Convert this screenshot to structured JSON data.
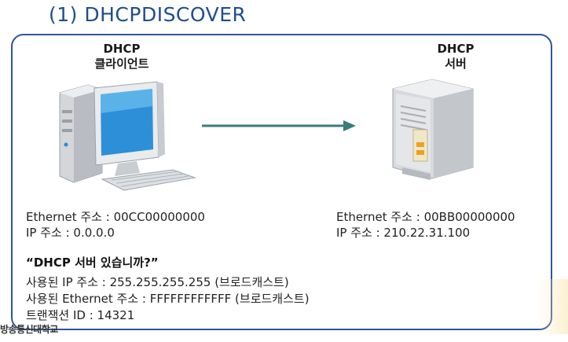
{
  "title": "(1) DHCPDISCOVER",
  "client": {
    "label_line1": "DHCP",
    "label_line2": "클라이언트",
    "ethernet": "Ethernet 주소 : 00CC00000000",
    "ip": "IP 주소 : 0.0.0.0"
  },
  "server": {
    "label_line1": "DHCP",
    "label_line2": "서버",
    "ethernet": "Ethernet 주소 : 00BB00000000",
    "ip": "IP 주소 : 210.22.31.100"
  },
  "message": "“DHCP 서버 있습니까?”",
  "details": [
    "사용된 IP 주소 : 255.255.255.255 (브로드캐스트)",
    "사용된 Ethernet 주소 : FFFFFFFFFFFF (브로드캐스트)",
    "트랜잭션 ID : 14321"
  ],
  "footer": "방송통신대학교",
  "colors": {
    "title": "#1f4e8c",
    "border": "#2f5597",
    "arrow": "#3a7d7a"
  }
}
